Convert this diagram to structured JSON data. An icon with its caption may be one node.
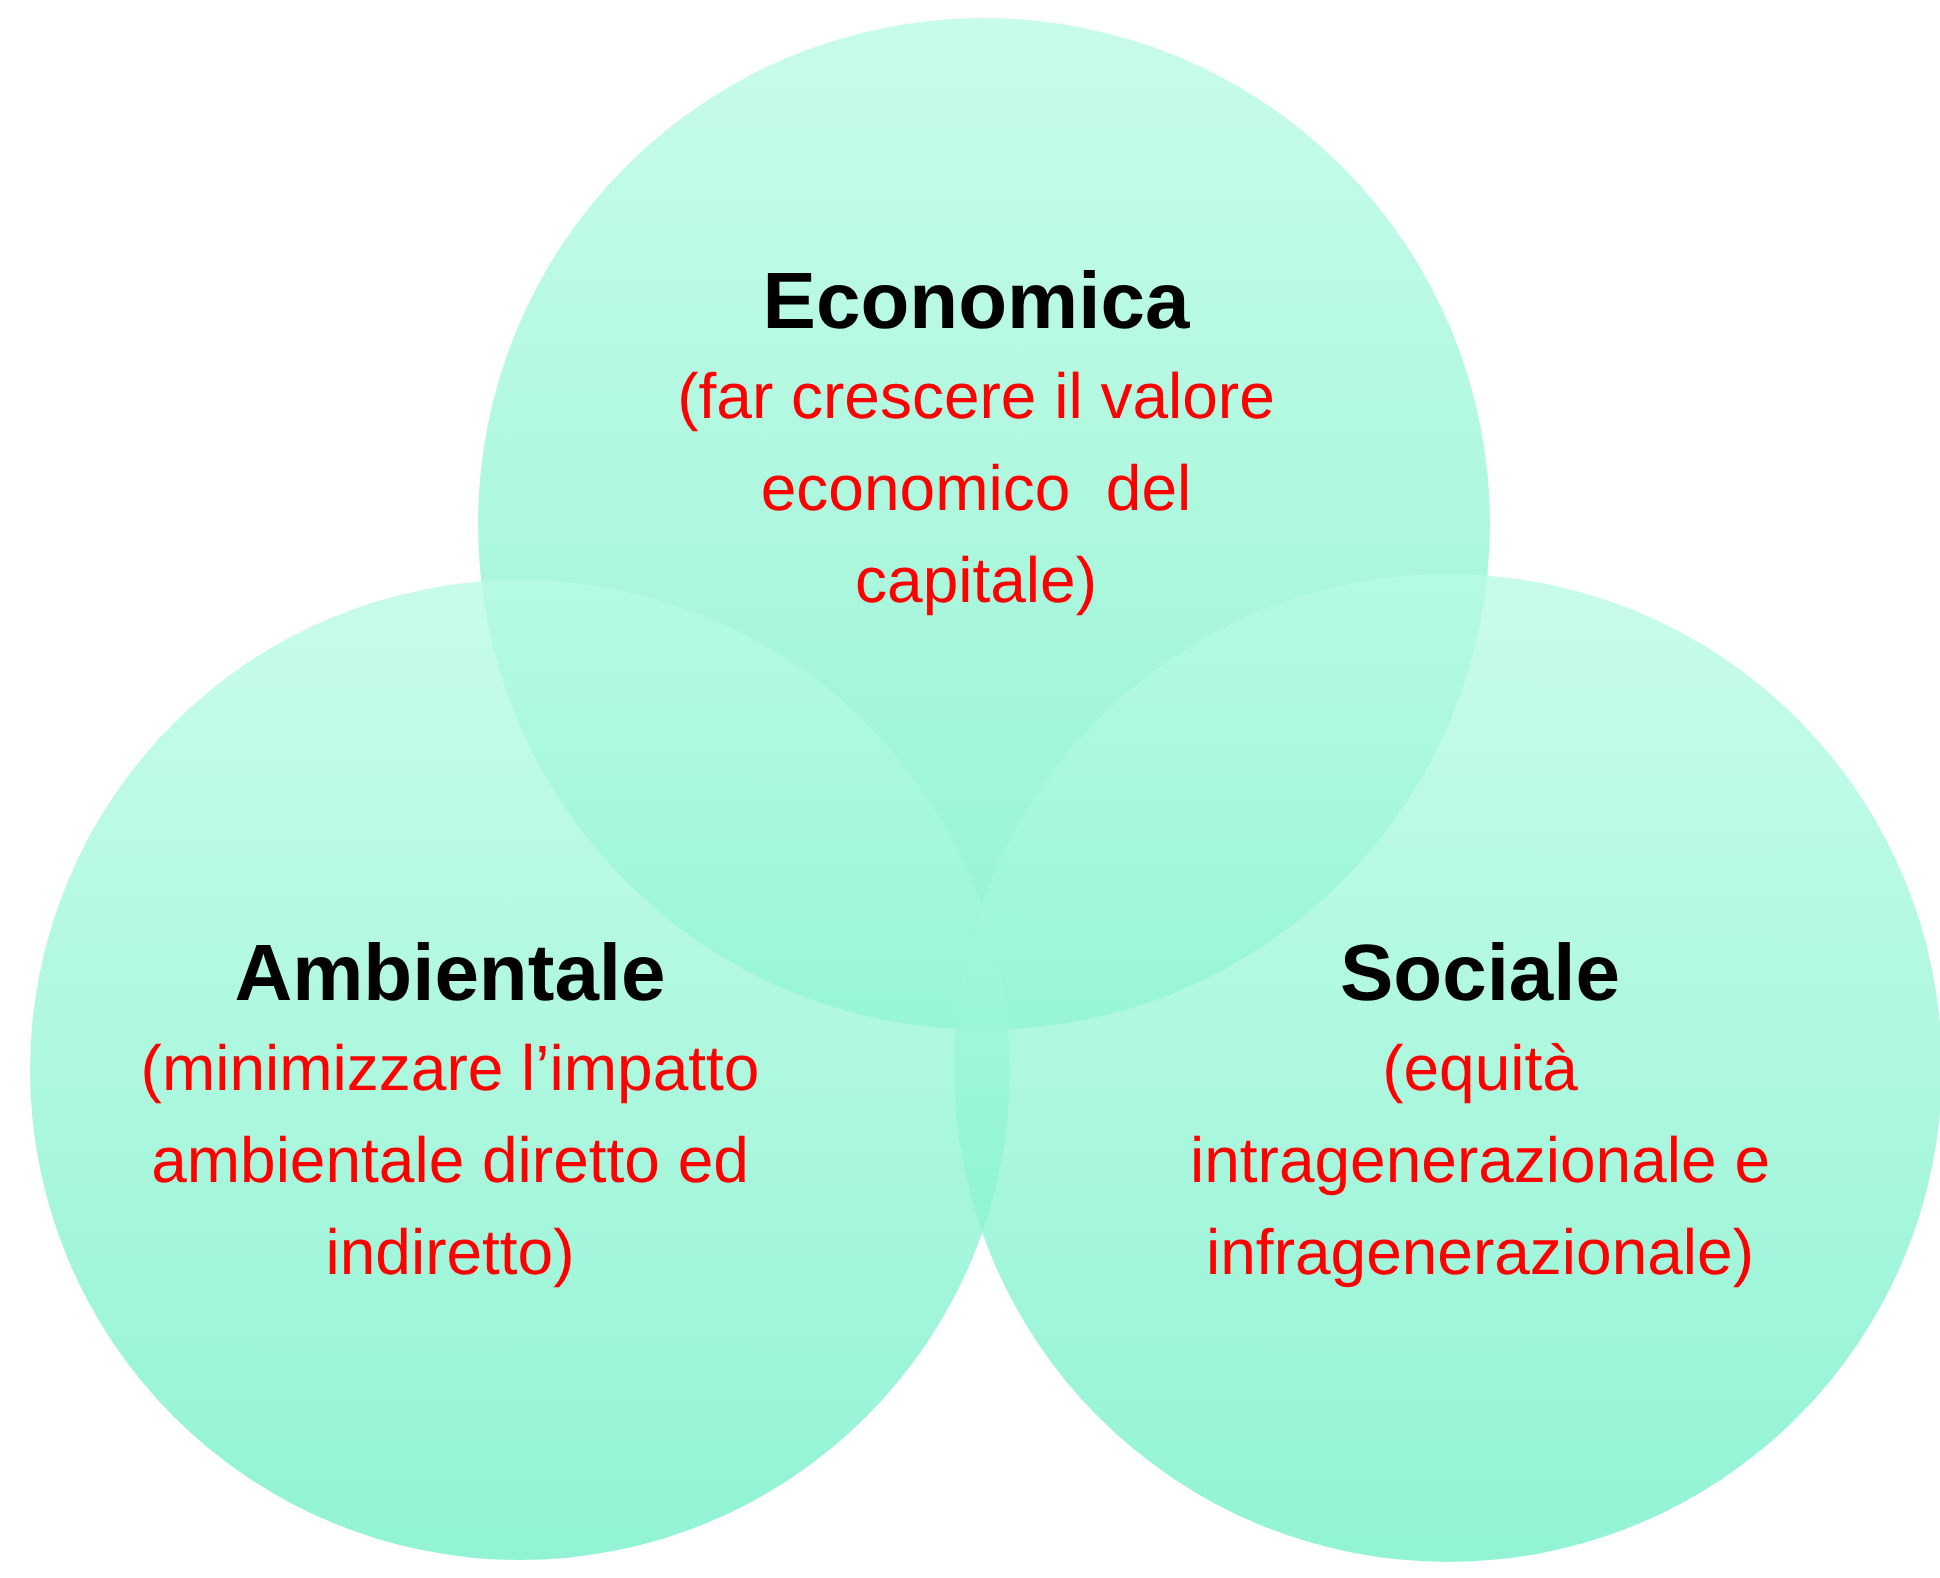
{
  "diagram": {
    "nodes": [
      {
        "text": [
          "Economica",
          "(far crescere il valore economico  del capitale)"
        ]
      },
      {
        "text": [
          "Ambientale",
          "(minimizzare l’impatto ambientale diretto ed indiretto)"
        ]
      },
      {
        "text": [
          "Sociale",
          "(equità intragenerazionale e infragenerazionale)"
        ]
      }
    ]
  }
}
